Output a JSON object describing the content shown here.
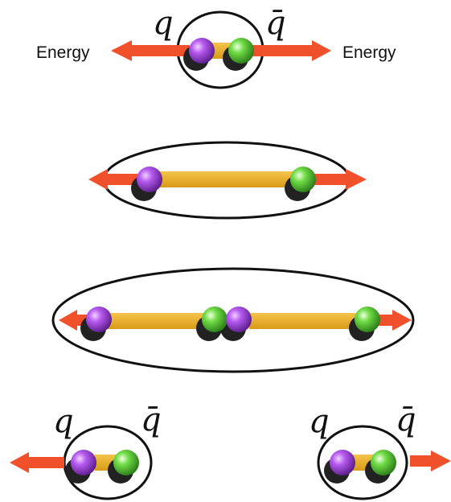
{
  "labels": {
    "quark": "q",
    "antiquark": "q̄",
    "energy": "Energy"
  },
  "icons": {
    "quark": "purple-sphere-icon",
    "antiquark": "green-sphere-icon",
    "string": "orange-flux-tube",
    "energy_flow": "red-arrow-icon"
  },
  "colors": {
    "quark": "#a63ee0",
    "antiquark": "#5ccc3a",
    "string": "#e6ad28",
    "arrow": "#f0502a",
    "outline": "#111111"
  }
}
